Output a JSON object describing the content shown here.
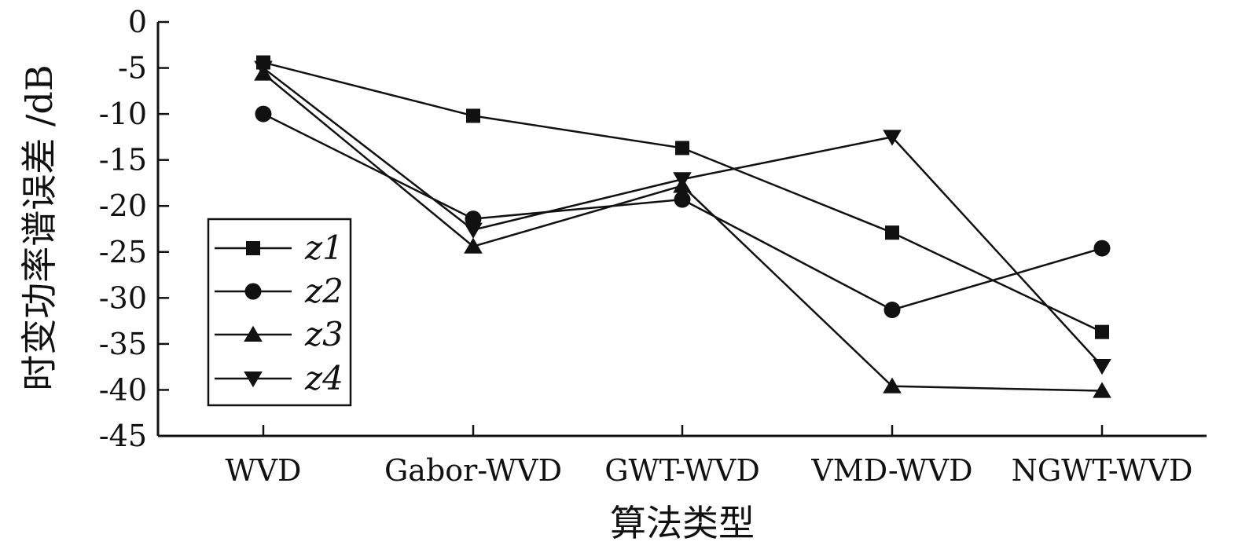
{
  "chart_data": {
    "type": "line",
    "title": "",
    "xlabel": "算法类型",
    "ylabel": "时变功率谱误差 /dB",
    "categories": [
      "WVD",
      "Gabor-WVD",
      "GWT-WVD",
      "VMD-WVD",
      "NGWT-WVD"
    ],
    "ylim": [
      -45,
      0
    ],
    "yticks": [
      0,
      -5,
      -10,
      -15,
      -20,
      -25,
      -30,
      -35,
      -40,
      -45
    ],
    "ytick_labels": [
      "0",
      "-5",
      "-10",
      "-15",
      "-20",
      "-25",
      "-30",
      "-35",
      "-40",
      "-45"
    ],
    "grid": false,
    "legend_position": "left",
    "series": [
      {
        "name": "z1",
        "marker": "square",
        "values": [
          -4.4,
          -10.2,
          -13.7,
          -22.9,
          -33.7
        ]
      },
      {
        "name": "z2",
        "marker": "circle",
        "values": [
          -10.0,
          -21.4,
          -19.3,
          -31.3,
          -24.6
        ]
      },
      {
        "name": "z3",
        "marker": "triangle-up",
        "values": [
          -5.6,
          -24.4,
          -17.8,
          -39.6,
          -40.1
        ]
      },
      {
        "name": "z4",
        "marker": "triangle-down",
        "values": [
          -5.0,
          -22.6,
          -17.1,
          -12.5,
          -37.4
        ]
      }
    ],
    "line_color": "#111111"
  }
}
